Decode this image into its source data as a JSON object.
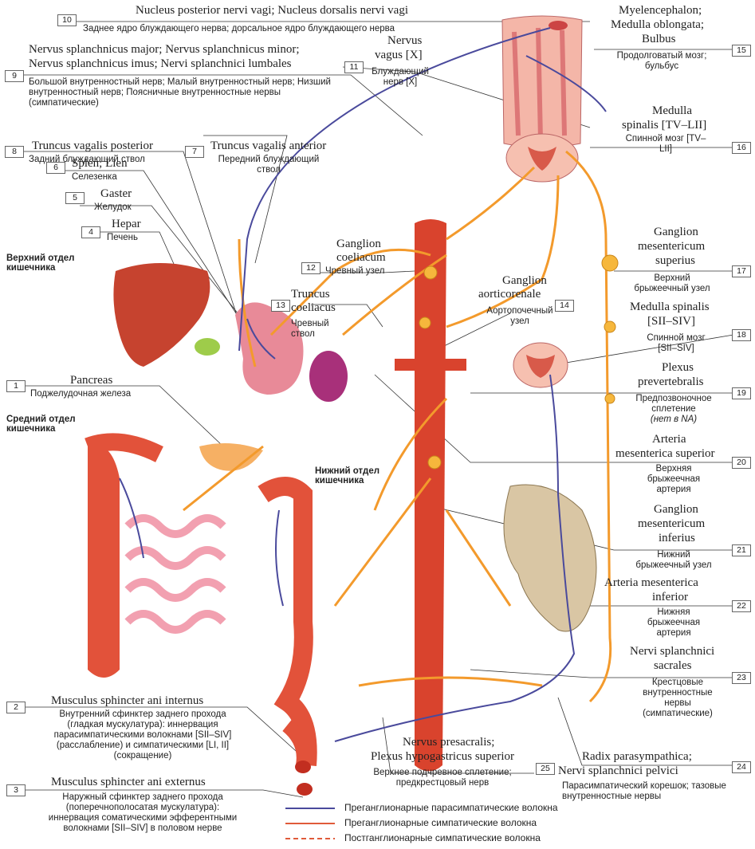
{
  "colors": {
    "vagus": "#4a4a9c",
    "pre_symp": "#e05a3a",
    "nerve": "#f39a2c",
    "artery": "#d9432d",
    "organ": "#c94a3a"
  },
  "regions": {
    "upper": "Верхний отдел кишечника",
    "middle": "Средний отдел кишечника",
    "lower": "Нижний отдел кишечника"
  },
  "labels": {
    "l1": {
      "num": "1",
      "lat": "Pancreas",
      "ru": "Поджелудочная железа"
    },
    "l2": {
      "num": "2",
      "lat": "Musculus sphincter ani internus",
      "ru": "Внутренний сфинктер заднего прохода (гладкая мускулатура): иннервация парасимпатическими волокнами [SII–SIV] (расслабление) и симпатическими [LI, II] (сокращение)"
    },
    "l3": {
      "num": "3",
      "lat": "Musculus sphincter ani externus",
      "ru": "Наружный сфинктер заднего прохода (поперечнополосатая мускулатура): иннервация соматическими эфферентными волокнами [SII–SIV] в половом нерве"
    },
    "l4": {
      "num": "4",
      "lat": "Hepar",
      "ru": "Печень"
    },
    "l5": {
      "num": "5",
      "lat": "Gaster",
      "ru": "Желудок"
    },
    "l6": {
      "num": "6",
      "lat": "Splen; Lien",
      "ru": "Селезенка"
    },
    "l7": {
      "num": "7",
      "lat": "Truncus vagalis anterior",
      "ru": "Передний блуждающий ствол"
    },
    "l8": {
      "num": "8",
      "lat": "Truncus vagalis posterior",
      "ru": "Задний блуждающий ствол"
    },
    "l9": {
      "num": "9",
      "lat1": "Nervus splanchnicus major; Nervus splanchnicus minor;",
      "lat2": "Nervus splanchnicus imus; Nervi splanchnici lumbales",
      "ru": "Большой внутренностный нерв; Малый внутренностный нерв; Низший внутренностный нерв; Поясничные внутренностные нервы (симпатические)"
    },
    "l10": {
      "num": "10",
      "lat": "Nucleus posterior nervi vagi; Nucleus dorsalis nervi vagi",
      "ru": "Заднее ядро блуждающего нерва; дорсальное ядро блуждающего нерва"
    },
    "l11": {
      "num": "11",
      "lat1": "Nervus",
      "lat2": "vagus [X]",
      "ru": "Блуждающий нерв [X]"
    },
    "l12": {
      "num": "12",
      "lat1": "Ganglion",
      "lat2": "coeliacum",
      "ru": "Чревный узел"
    },
    "l13": {
      "num": "13",
      "lat1": "Truncus",
      "lat2": "coeliacus",
      "ru": "Чревный ствол"
    },
    "l14": {
      "num": "14",
      "lat1": "Ganglion",
      "lat2": "aorticorenale",
      "ru": "Аортопочечный узел"
    },
    "l15": {
      "num": "15",
      "lat1": "Myelencephalon;",
      "lat2": "Medulla oblongata;",
      "lat3": "Bulbus",
      "ru": "Продолговатый мозг; бульбус"
    },
    "l16": {
      "num": "16",
      "lat1": "Medulla",
      "lat2": "spinalis [TV–LII]",
      "ru": "Спинной мозг [TV–LII]"
    },
    "l17": {
      "num": "17",
      "lat1": "Ganglion",
      "lat2": "mesentericum",
      "lat3": "superius",
      "ru": "Верхний брыжеечный узел"
    },
    "l18": {
      "num": "18",
      "lat1": "Medulla spinalis",
      "lat2": "[SII–SIV]",
      "ru": "Спинной мозг [SII–SIV]"
    },
    "l19": {
      "num": "19",
      "lat1": "Plexus",
      "lat2": "prevertebralis",
      "ru": "Предпозвоночное сплетение",
      "ru2": "(нет в NA)"
    },
    "l20": {
      "num": "20",
      "lat1": "Arteria",
      "lat2": "mesenterica superior",
      "ru": "Верхняя брыжеечная артерия"
    },
    "l21": {
      "num": "21",
      "lat1": "Ganglion",
      "lat2": "mesentericum",
      "lat3": "inferius",
      "ru": "Нижний брыжеечный узел"
    },
    "l22": {
      "num": "22",
      "lat1": "Arteria mesenterica",
      "lat2": "inferior",
      "ru": "Нижняя брыжеечная артерия"
    },
    "l23": {
      "num": "23",
      "lat1": "Nervi splanchnici",
      "lat2": "sacrales",
      "ru": "Крестцовые внутренностные нервы (симпатические)"
    },
    "l24": {
      "num": "24",
      "lat1": "Radix parasympathica;",
      "lat2": "Nervi splanchnici pelvici",
      "ru": "Парасимпатический корешок; тазовые внутренностные нервы"
    },
    "l25": {
      "num": "25",
      "lat1": "Nervus presacralis;",
      "lat2": "Plexus hypogastricus superior",
      "ru": "Верхнее подчревное сплетение; предкрестцовый нерв"
    }
  },
  "legend": [
    {
      "text": "Преганглионарные парасимпатические волокна",
      "color": "#4a4a9c",
      "style": "solid"
    },
    {
      "text": "Преганглионарные симпатические волокна",
      "color": "#e05a3a",
      "style": "solid"
    },
    {
      "text": "Постганглионарные симпатические волокна",
      "color": "#e05a3a",
      "style": "dashed"
    }
  ]
}
